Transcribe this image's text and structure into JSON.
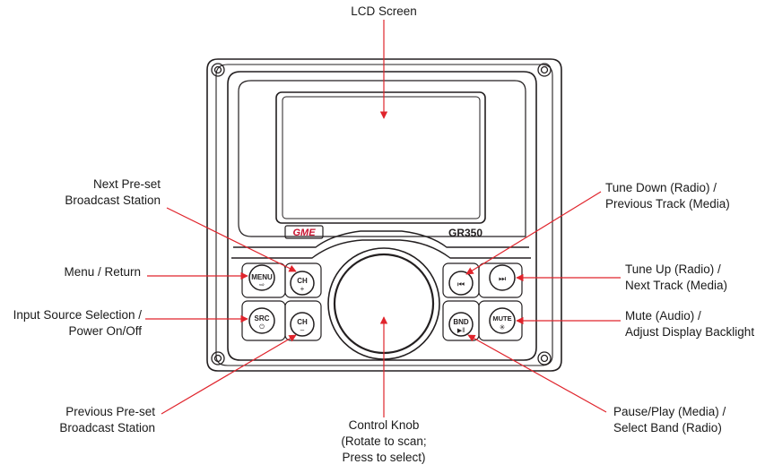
{
  "labels": {
    "lcd": "LCD Screen",
    "next_preset": [
      "Next Pre-set",
      "Broadcast Station"
    ],
    "menu_return": "Menu / Return",
    "input_source": [
      "Input Source Selection /",
      "Power On/Off"
    ],
    "prev_preset": [
      "Previous Pre-set",
      "Broadcast Station"
    ],
    "control_knob": [
      "Control Knob",
      "(Rotate to scan;",
      "Press to select)"
    ],
    "tune_down": [
      "Tune Down (Radio) /",
      "Previous Track (Media)"
    ],
    "tune_up": [
      "Tune Up (Radio) /",
      "Next Track (Media)"
    ],
    "mute": [
      "Mute (Audio) /",
      "Adjust Display Backlight"
    ],
    "pause_play": [
      "Pause/Play (Media) /",
      "Select Band (Radio)"
    ]
  },
  "device": {
    "brand": "GME",
    "model": "GR350"
  },
  "buttons": {
    "menu": "MENU",
    "ch": "CH",
    "src": "SRC",
    "bnd": "BND",
    "mute": "MUTE"
  },
  "colors": {
    "arrow": "#e0242c",
    "outline": "#231f20",
    "brand": "#c8102e"
  }
}
